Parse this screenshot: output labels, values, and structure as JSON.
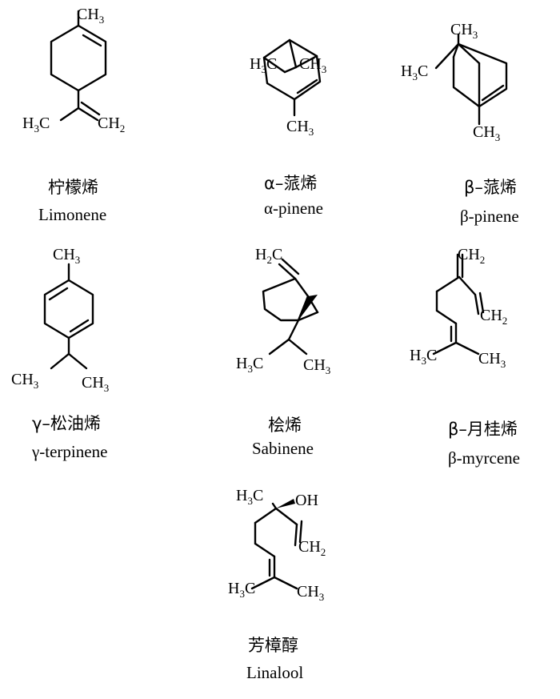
{
  "compounds": [
    {
      "key": "limonene",
      "name_cn": "柠檬烯",
      "name_en": "Limonene",
      "labels": {
        "top": "CH3",
        "left": "H3C",
        "right": "CH2"
      }
    },
    {
      "key": "alpha_pinene",
      "name_cn": "α–蒎烯",
      "name_en": "α-pinene",
      "labels": {
        "left": "H3C",
        "right": "CH3",
        "bottom": "CH3"
      }
    },
    {
      "key": "beta_pinene",
      "name_cn": "β–蒎烯",
      "name_en": "β-pinene",
      "labels": {
        "top": "CH3",
        "left": "H3C",
        "bottom": "CH3"
      }
    },
    {
      "key": "gamma_terpinene",
      "name_cn": "γ–松油烯",
      "name_en": "γ-terpinene",
      "labels": {
        "top": "CH3",
        "left": "CH3",
        "right": "CH3"
      }
    },
    {
      "key": "sabinene",
      "name_cn": "桧烯",
      "name_en": "Sabinene",
      "labels": {
        "top": "H2C",
        "left": "H3C",
        "right": "CH3"
      }
    },
    {
      "key": "beta_myrcene",
      "name_cn": "β–月桂烯",
      "name_en": "β-myrcene",
      "labels": {
        "top": "CH2",
        "mid": "CH2",
        "left": "H3C",
        "right": "CH3"
      }
    },
    {
      "key": "linalool",
      "name_cn": "芳樟醇",
      "name_en": "Linalool",
      "labels": {
        "top_left": "H3C",
        "oh": "OH",
        "mid": "CH2",
        "left": "H3C",
        "right": "CH3"
      }
    }
  ]
}
